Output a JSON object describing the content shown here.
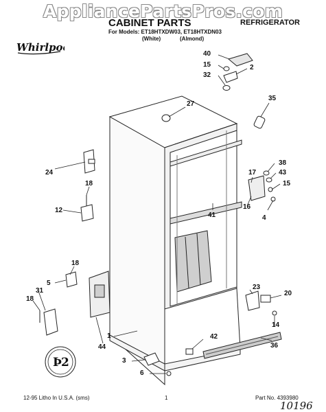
{
  "watermark": "AppliancePartsPros.com",
  "header": {
    "title": "CABINET PARTS",
    "category": "REFRIGERATOR",
    "models": "For Models: ET18HTXDW03, ET18HTXDN03",
    "variants": [
      "(White)",
      "(Almond)"
    ]
  },
  "brand": "Whirlpool",
  "callouts": [
    "40",
    "15",
    "2",
    "32",
    "35",
    "27",
    "24",
    "17",
    "38",
    "43",
    "15",
    "18",
    "12",
    "16",
    "4",
    "41",
    "18",
    "5",
    "31",
    "18",
    "23",
    "20",
    "14",
    "1",
    "44",
    "42",
    "36",
    "3",
    "6"
  ],
  "footer": {
    "left": "12-95 Litho In U.S.A. (sms)",
    "page": "1",
    "part_no": "Part No. 4393980"
  },
  "handwritten_note": "10196"
}
